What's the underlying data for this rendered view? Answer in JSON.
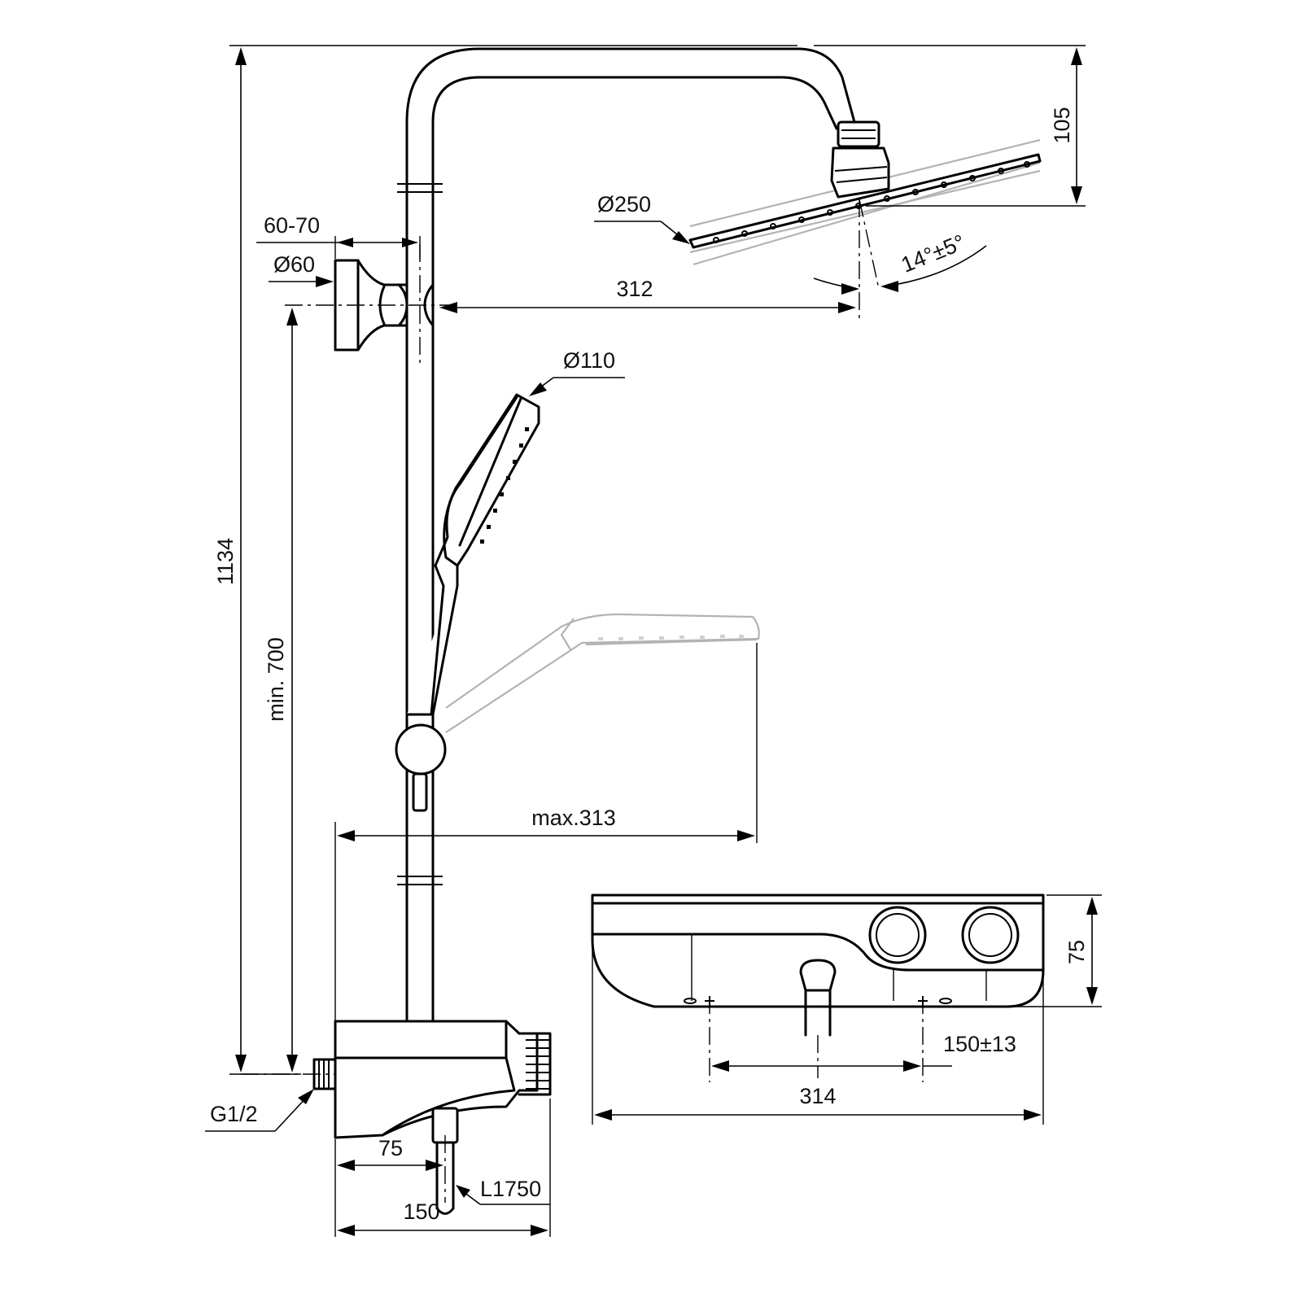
{
  "dimensions": {
    "total_height": "1134",
    "wall_distance": "60-70",
    "bracket_diameter": "Ø60",
    "min_height": "min. 700",
    "head_diameter": "Ø250",
    "head_offset": "312",
    "head_drop": "105",
    "head_tilt": "14°±5°",
    "hand_diameter": "Ø110",
    "hand_reach": "max.313",
    "connection_thread": "G1/2",
    "inlet_offset": "75",
    "hose_length": "L1750",
    "mixer_depth": "150",
    "mixer_front_depth": "75",
    "centre_distance": "150±13",
    "mixer_width": "314"
  },
  "colors": {
    "line": "#000000",
    "ghost": "#b3b3b3",
    "background": "#ffffff"
  }
}
